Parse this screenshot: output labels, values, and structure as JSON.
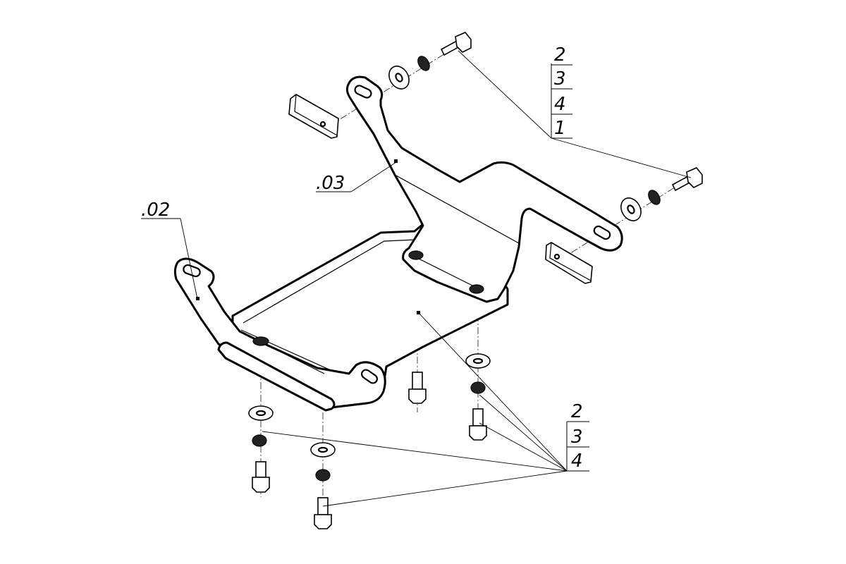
{
  "callouts": {
    "upper_right": [
      "2",
      "3",
      "4",
      "1"
    ],
    "lower_right": [
      "2",
      "3",
      "4"
    ]
  },
  "part_labels": {
    "bracket_left": ".02",
    "bracket_right": ".03"
  }
}
